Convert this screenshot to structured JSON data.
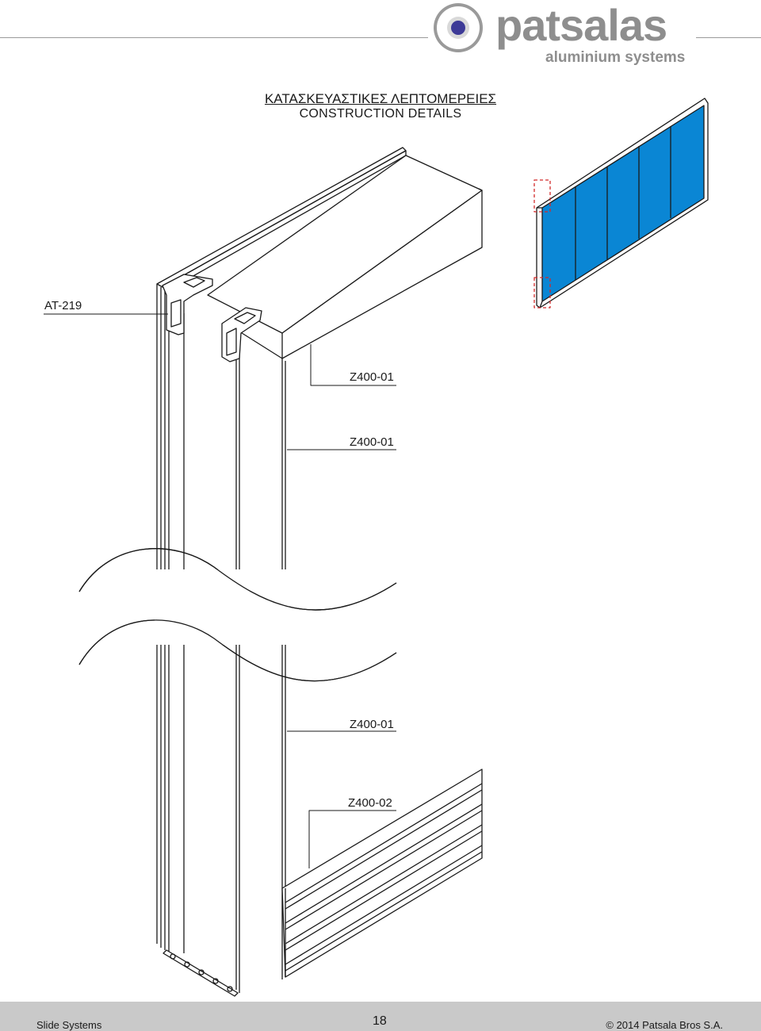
{
  "brand": {
    "name": "patsalas",
    "tagline": "aluminium systems",
    "colors": {
      "gray": "#8e8e8e",
      "accent": "#3d3a97"
    }
  },
  "title": {
    "greek": "ΚΑΤΑΣΚΕΥΑΣΤΙΚΕΣ ΛΕΠΤΟΜΕΡΕΙΕΣ",
    "english": "CONSTRUCTION DETAILS"
  },
  "labels": {
    "at219": "AT-219",
    "z400_01_top": "Z400-01",
    "z400_01_mid": "Z400-01",
    "z400_01_low": "Z400-01",
    "z400_02": "Z400-02"
  },
  "colors": {
    "glass": "#0a86d4",
    "detail_marker": "#d22b2b"
  },
  "footer": {
    "left": "Slide Systems",
    "page": "18",
    "right": "© 2014 Patsala Bros S.A."
  }
}
